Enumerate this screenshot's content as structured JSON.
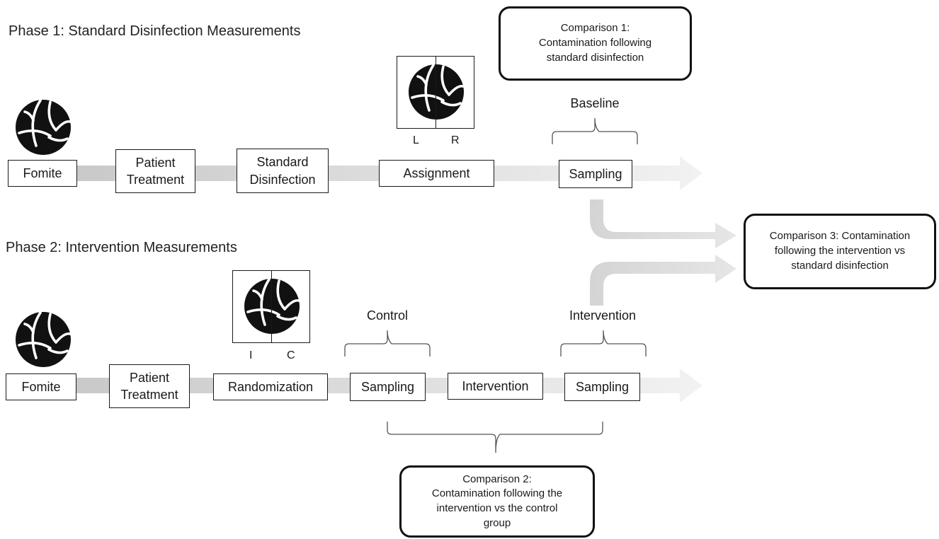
{
  "phase1": {
    "title": "Phase 1: Standard Disinfection Measurements",
    "steps": [
      "Fomite",
      "Patient\nTreatment",
      "Standard\nDisinfection",
      "Assignment",
      "Sampling"
    ],
    "split_labels": [
      "L",
      "R"
    ],
    "bracket_label": "Baseline",
    "comparison": "Comparison 1:\nContamination following\nstandard disinfection"
  },
  "phase2": {
    "title": "Phase 2: Intervention Measurements",
    "steps": [
      "Fomite",
      "Patient\nTreatment",
      "Randomization",
      "Sampling",
      "Intervention",
      "Sampling"
    ],
    "split_labels": [
      "I",
      "C"
    ],
    "bracket_labels": [
      "Control",
      "Intervention"
    ],
    "comparison": "Comparison 2:\nContamination following the\nintervention vs the control\ngroup"
  },
  "comparison3": "Comparison 3: Contamination\nfollowing the intervention vs\nstandard disinfection",
  "icons": {
    "fomite": "volleyball-icon"
  },
  "colors": {
    "arrow": "#d8d8d8",
    "border": "#111111"
  }
}
